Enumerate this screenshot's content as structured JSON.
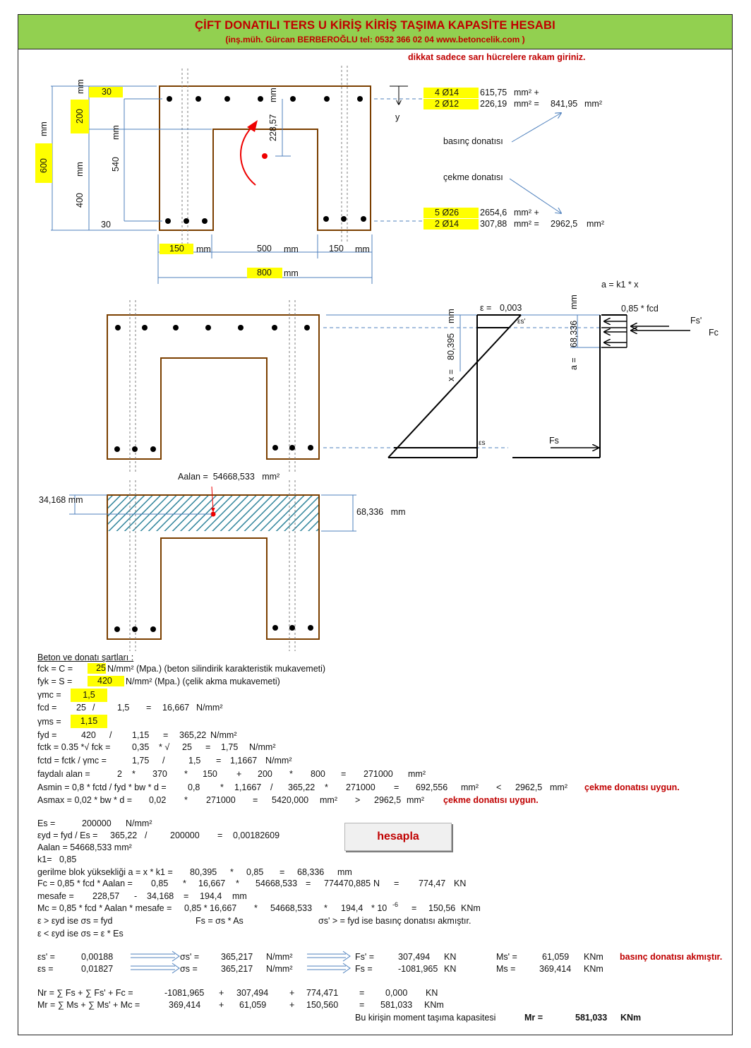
{
  "header": {
    "title": "ÇİFT DONATILI TERS U KİRİŞ  KİRİŞ TAŞIMA KAPASİTE HESABI",
    "subtitle": "(inş.müh. Gürcan BERBEROĞLU tel: 0532 366 02 04    www.betoncelik.com )"
  },
  "notice": "dikkat sadece sarı hücrelere rakam giriniz.",
  "geom": {
    "mm": "mm",
    "h_total": "600",
    "top_flange": "200",
    "cover_top": "30",
    "cover_bot": "30",
    "inner_h": "540",
    "leg_h": "400",
    "centroid": "228,57",
    "y": "y",
    "w_leg_left": "150",
    "w_gap": "500",
    "w_leg_right": "150",
    "w_total": "800"
  },
  "rebar": {
    "top1": {
      "n": "4",
      "d": "Ø14",
      "area": "615,75",
      "unit": "mm² +"
    },
    "top2": {
      "n": "2",
      "d": "Ø12",
      "area": "226,19",
      "unit": "mm² =",
      "sum": "841,95",
      "sum_unit": "mm²"
    },
    "label_comp": "basınç donatısı",
    "label_tens": "çekme donatısı",
    "bot1": {
      "n": "5",
      "d": "Ø26",
      "area": "2654,6",
      "unit": "mm² +"
    },
    "bot2": {
      "n": "2",
      "d": "Ø14",
      "area": "307,88",
      "unit": "mm² =",
      "sum": "2962,5",
      "sum_unit": "mm²"
    }
  },
  "strain": {
    "a_eq": "a = k1 * x",
    "eps_label": "ε =",
    "eps_val": "0,003",
    "eps_s_prime": "εs'",
    "x_label": "x =",
    "x_val": "80,395",
    "a_label": "a =",
    "a_val": "68,336",
    "fcd_block": "0,85 * fcd",
    "Fs_prime": "Fs'",
    "Fc": "Fc",
    "eps_s": "εs",
    "Fs": "Fs"
  },
  "area": {
    "label": "Aalan =",
    "value": "54668,533",
    "unit": "mm²",
    "half": "34,168",
    "full": "68,336"
  },
  "calc": {
    "cond_title": "Beton ve donatı şartları :",
    "fck": {
      "label": "fck = C =",
      "value": "25",
      "text": "N/mm² (Mpa.) (beton silindirik karakteristik mukavemeti)"
    },
    "fyk": {
      "label": "fyk = S =",
      "value": "420",
      "text": "N/mm² (Mpa.) (çelik akma mukavemeti)"
    },
    "gmc": {
      "label": "γmc =",
      "value": "1,5"
    },
    "fcd": [
      "fcd =",
      "25",
      "/",
      "1,5",
      "=",
      "16,667",
      "N/mm²"
    ],
    "gms": {
      "label": "γms =",
      "value": "1,15"
    },
    "fyd": [
      "fyd =",
      "420",
      "/",
      "1,15",
      "=",
      "365,22",
      "N/mm²"
    ],
    "fctk": [
      "fctk = 0.35 *√ fck =",
      "0,35",
      "* √",
      "25",
      "=",
      "1,75",
      "N/mm²"
    ],
    "fctd": [
      "fctd = fctk / γmc =",
      "1,75",
      "/",
      "1,5",
      "=",
      "1,1667",
      "N/mm²"
    ],
    "faydali": [
      "faydalı alan =",
      "2",
      "*",
      "370",
      "*",
      "150",
      "+",
      "200",
      "*",
      "800",
      "=",
      "271000",
      "mm²"
    ],
    "asmin": [
      "Asmin = 0,8 * fctd / fyd * bw * d =",
      "0,8",
      "*",
      "1,1667",
      "/",
      "365,22",
      "*",
      "271000",
      "=",
      "692,556",
      "mm²",
      "<",
      "2962,5",
      "mm²",
      "çekme donatısı uygun."
    ],
    "asmax": [
      "Asmax = 0,02 * bw * d =",
      "0,02",
      "*",
      "271000",
      "=",
      "5420,000",
      "mm²",
      ">",
      "2962,5",
      "mm²",
      "çekme donatısı uygun."
    ],
    "es": [
      "Es =",
      "200000",
      "N/mm²"
    ],
    "eyd": [
      "εyd = fyd / Es =",
      "365,22",
      "/",
      "200000",
      "=",
      "0,00182609"
    ],
    "aalan": "Aalan =  54668,533  mm²",
    "k1": [
      "k1=",
      "0,85"
    ],
    "gerilme": [
      "gerilme blok yüksekliği   a = x * k1 =",
      "80,395",
      "*",
      "0,85",
      "=",
      "68,336",
      "mm"
    ],
    "fc": [
      "Fc = 0,85 * fcd * Aalan =",
      "0,85",
      "*",
      "16,667",
      "*",
      "54668,533",
      "=",
      "774470,885",
      "N",
      "=",
      "774,47",
      "KN"
    ],
    "mesafe": [
      "mesafe =",
      "228,57",
      "-",
      "34,168",
      "=",
      "194,4",
      "mm"
    ],
    "mc": [
      "Mc = 0,85 * fcd * Aalan * mesafe =",
      "0,85 *",
      "16,667",
      "*",
      "54668,533",
      "*",
      "194,4",
      "* 10",
      "-6",
      "=",
      "150,56",
      "KNm"
    ],
    "cond1": [
      "ε  >  εyd    ise    σs = fyd",
      "Fs = σs * As",
      "σs'  > = fyd  ise basınç donatısı akmıştır."
    ],
    "cond2": "ε  <  εyd    ise    σs = ε * Es",
    "r1": [
      "εs' =",
      "0,00188",
      "σs' =",
      "365,217",
      "N/mm²",
      "Fs' =",
      "307,494",
      "KN",
      "Ms' =",
      "61,059",
      "KNm",
      "basınç donatısı akmıştır."
    ],
    "r2": [
      "εs =",
      "0,01827",
      "σs =",
      "365,217",
      "N/mm²",
      "Fs =",
      "-1081,965",
      "KN",
      "Ms =",
      "369,414",
      "KNm"
    ],
    "nr": [
      "Nr = ∑ Fs + ∑ Fs' + Fc =",
      "-1081,965",
      "+",
      "307,494",
      "+",
      "774,471",
      "=",
      "0,000",
      "KN"
    ],
    "mr": [
      "Mr = ∑ Ms + ∑ Ms' + Mc =",
      "369,414",
      "+",
      "61,059",
      "+",
      "150,560",
      "=",
      "581,033",
      "KNm"
    ],
    "final": [
      "Bu kirişin moment taşıma kapasitesi",
      "Mr =",
      "581,033",
      "KNm"
    ]
  },
  "button": {
    "label": "hesapla"
  }
}
